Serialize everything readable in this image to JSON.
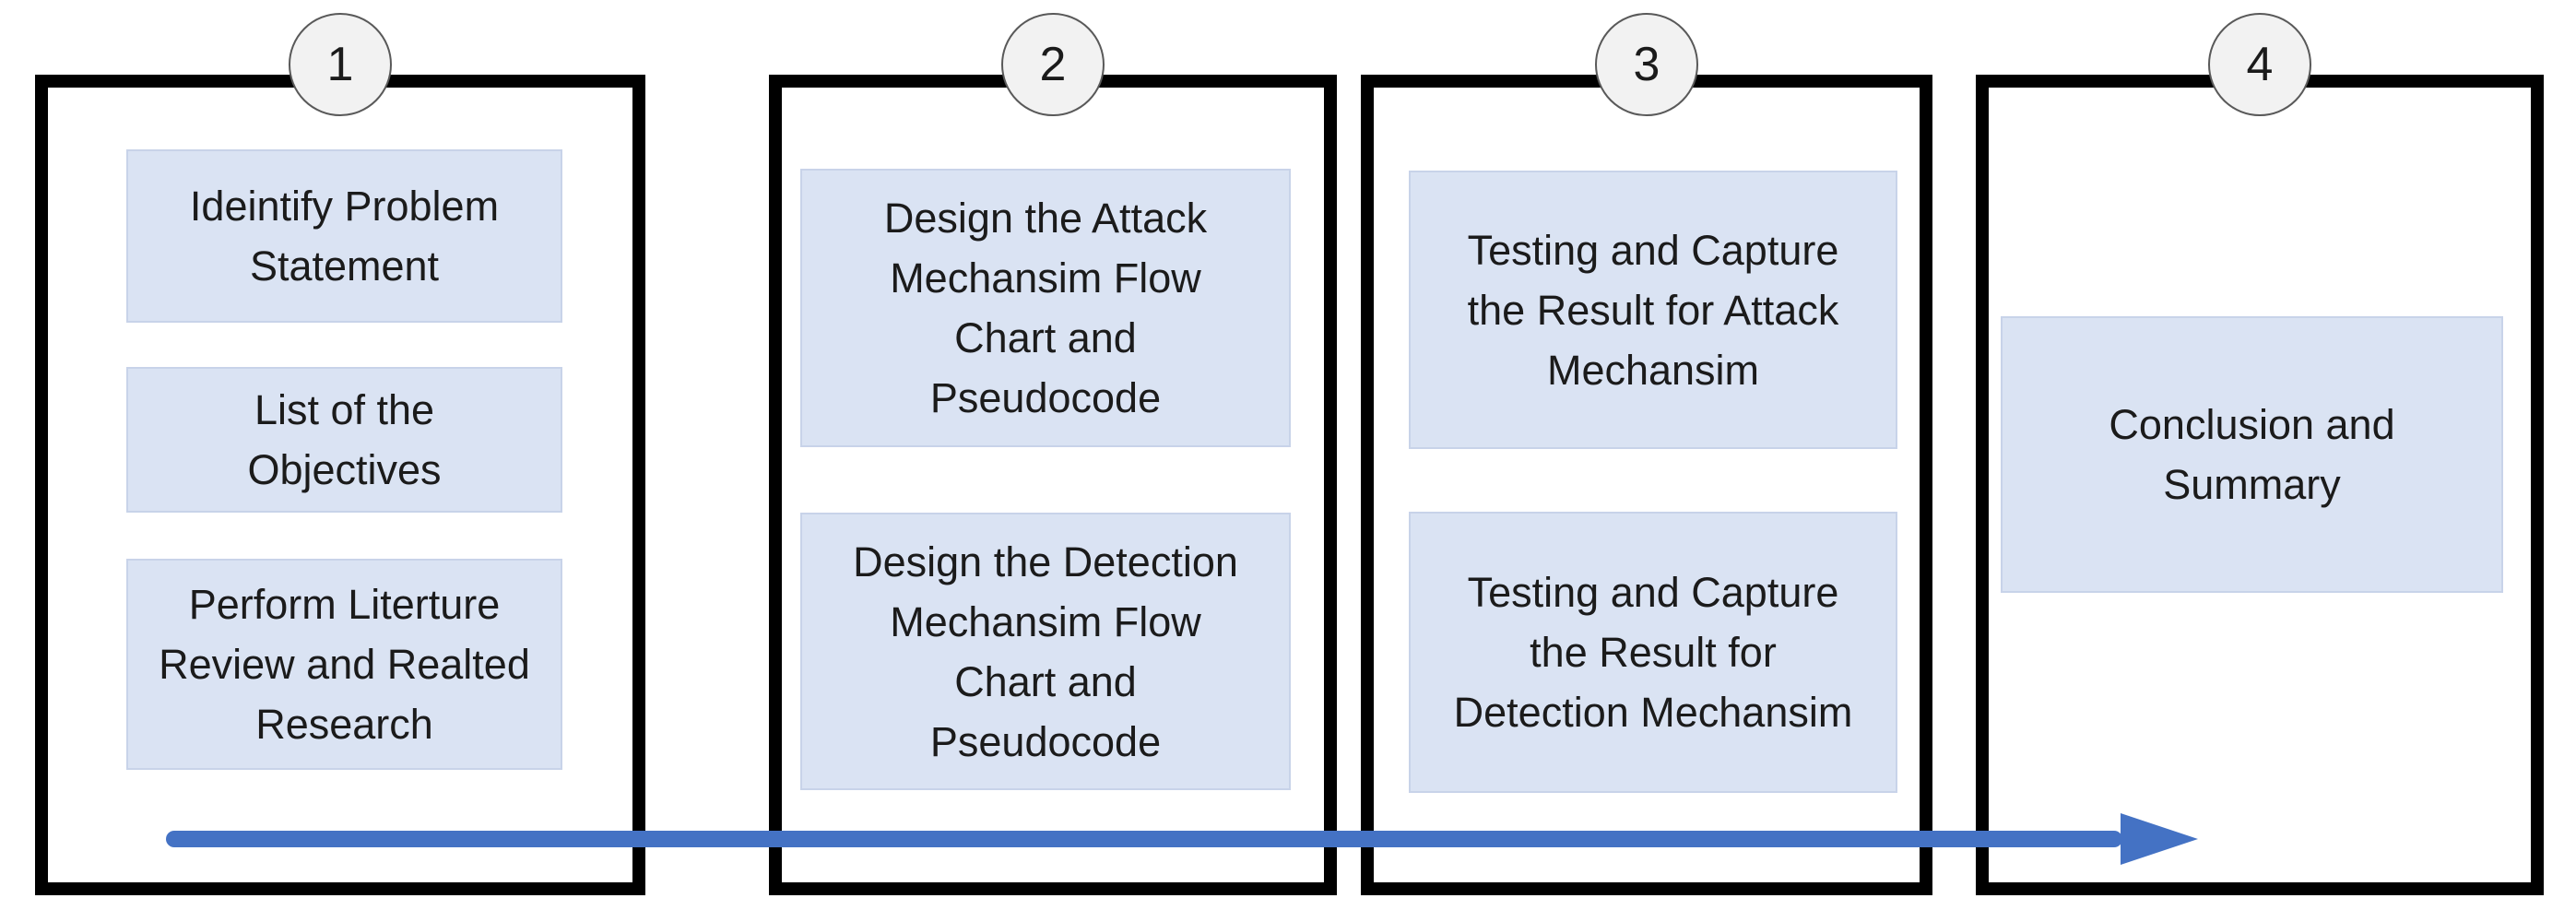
{
  "diagram": {
    "type": "process-timeline",
    "description_visible_text_only": true
  },
  "colors": {
    "accent_arrow": "#4472c4",
    "task_fill": "#dae3f3",
    "task_border": "#c8d3e9",
    "panel_border": "#000000",
    "circle_fill": "#f2f2f2",
    "circle_border": "#595959",
    "text": "#1b1b1b",
    "background": "#ffffff"
  },
  "panels": [
    {
      "step": "1",
      "tasks": [
        "Ideintify Problem\nStatement",
        "List of the\nObjectives",
        "Perform Literture\nReview and Realted\nResearch"
      ]
    },
    {
      "step": "2",
      "tasks": [
        "Design the Attack\nMechansim Flow\nChart and\nPseudocode",
        "Design the Detection\nMechansim Flow\nChart and\nPseudocode"
      ]
    },
    {
      "step": "3",
      "tasks": [
        "Testing and Capture\nthe Result for Attack\nMechansim",
        "Testing and Capture\nthe Result for\nDetection Mechansim"
      ]
    },
    {
      "step": "4",
      "tasks": [
        "Conclusion and\nSummary"
      ]
    }
  ],
  "arrow": {
    "direction": "right",
    "spans": "from panel 1 through panel 4"
  }
}
